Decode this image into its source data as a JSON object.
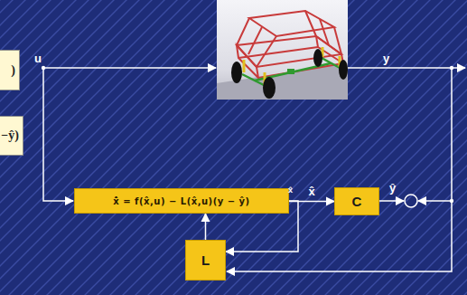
{
  "diagram": {
    "nodes": [
      {
        "text": [
          ")"
        ]
      },
      {
        "text": [
          "−ŷ)"
        ]
      },
      {
        "text": [
          "x̂̇ = f(x̂,u) − L(x̂,u)(y − ŷ)"
        ]
      },
      {
        "text": [
          "C"
        ]
      },
      {
        "text": [
          "L"
        ]
      }
    ],
    "edges": [
      {
        "from": 2,
        "to": 3,
        "arrow": "to",
        "label": "x̂"
      },
      {
        "from": 4,
        "to": 2,
        "arrow": "to"
      },
      {
        "from": 2,
        "to": 4,
        "arrow": "to"
      }
    ],
    "labels": [
      "u",
      "y",
      "ŷ",
      "x̂"
    ]
  }
}
